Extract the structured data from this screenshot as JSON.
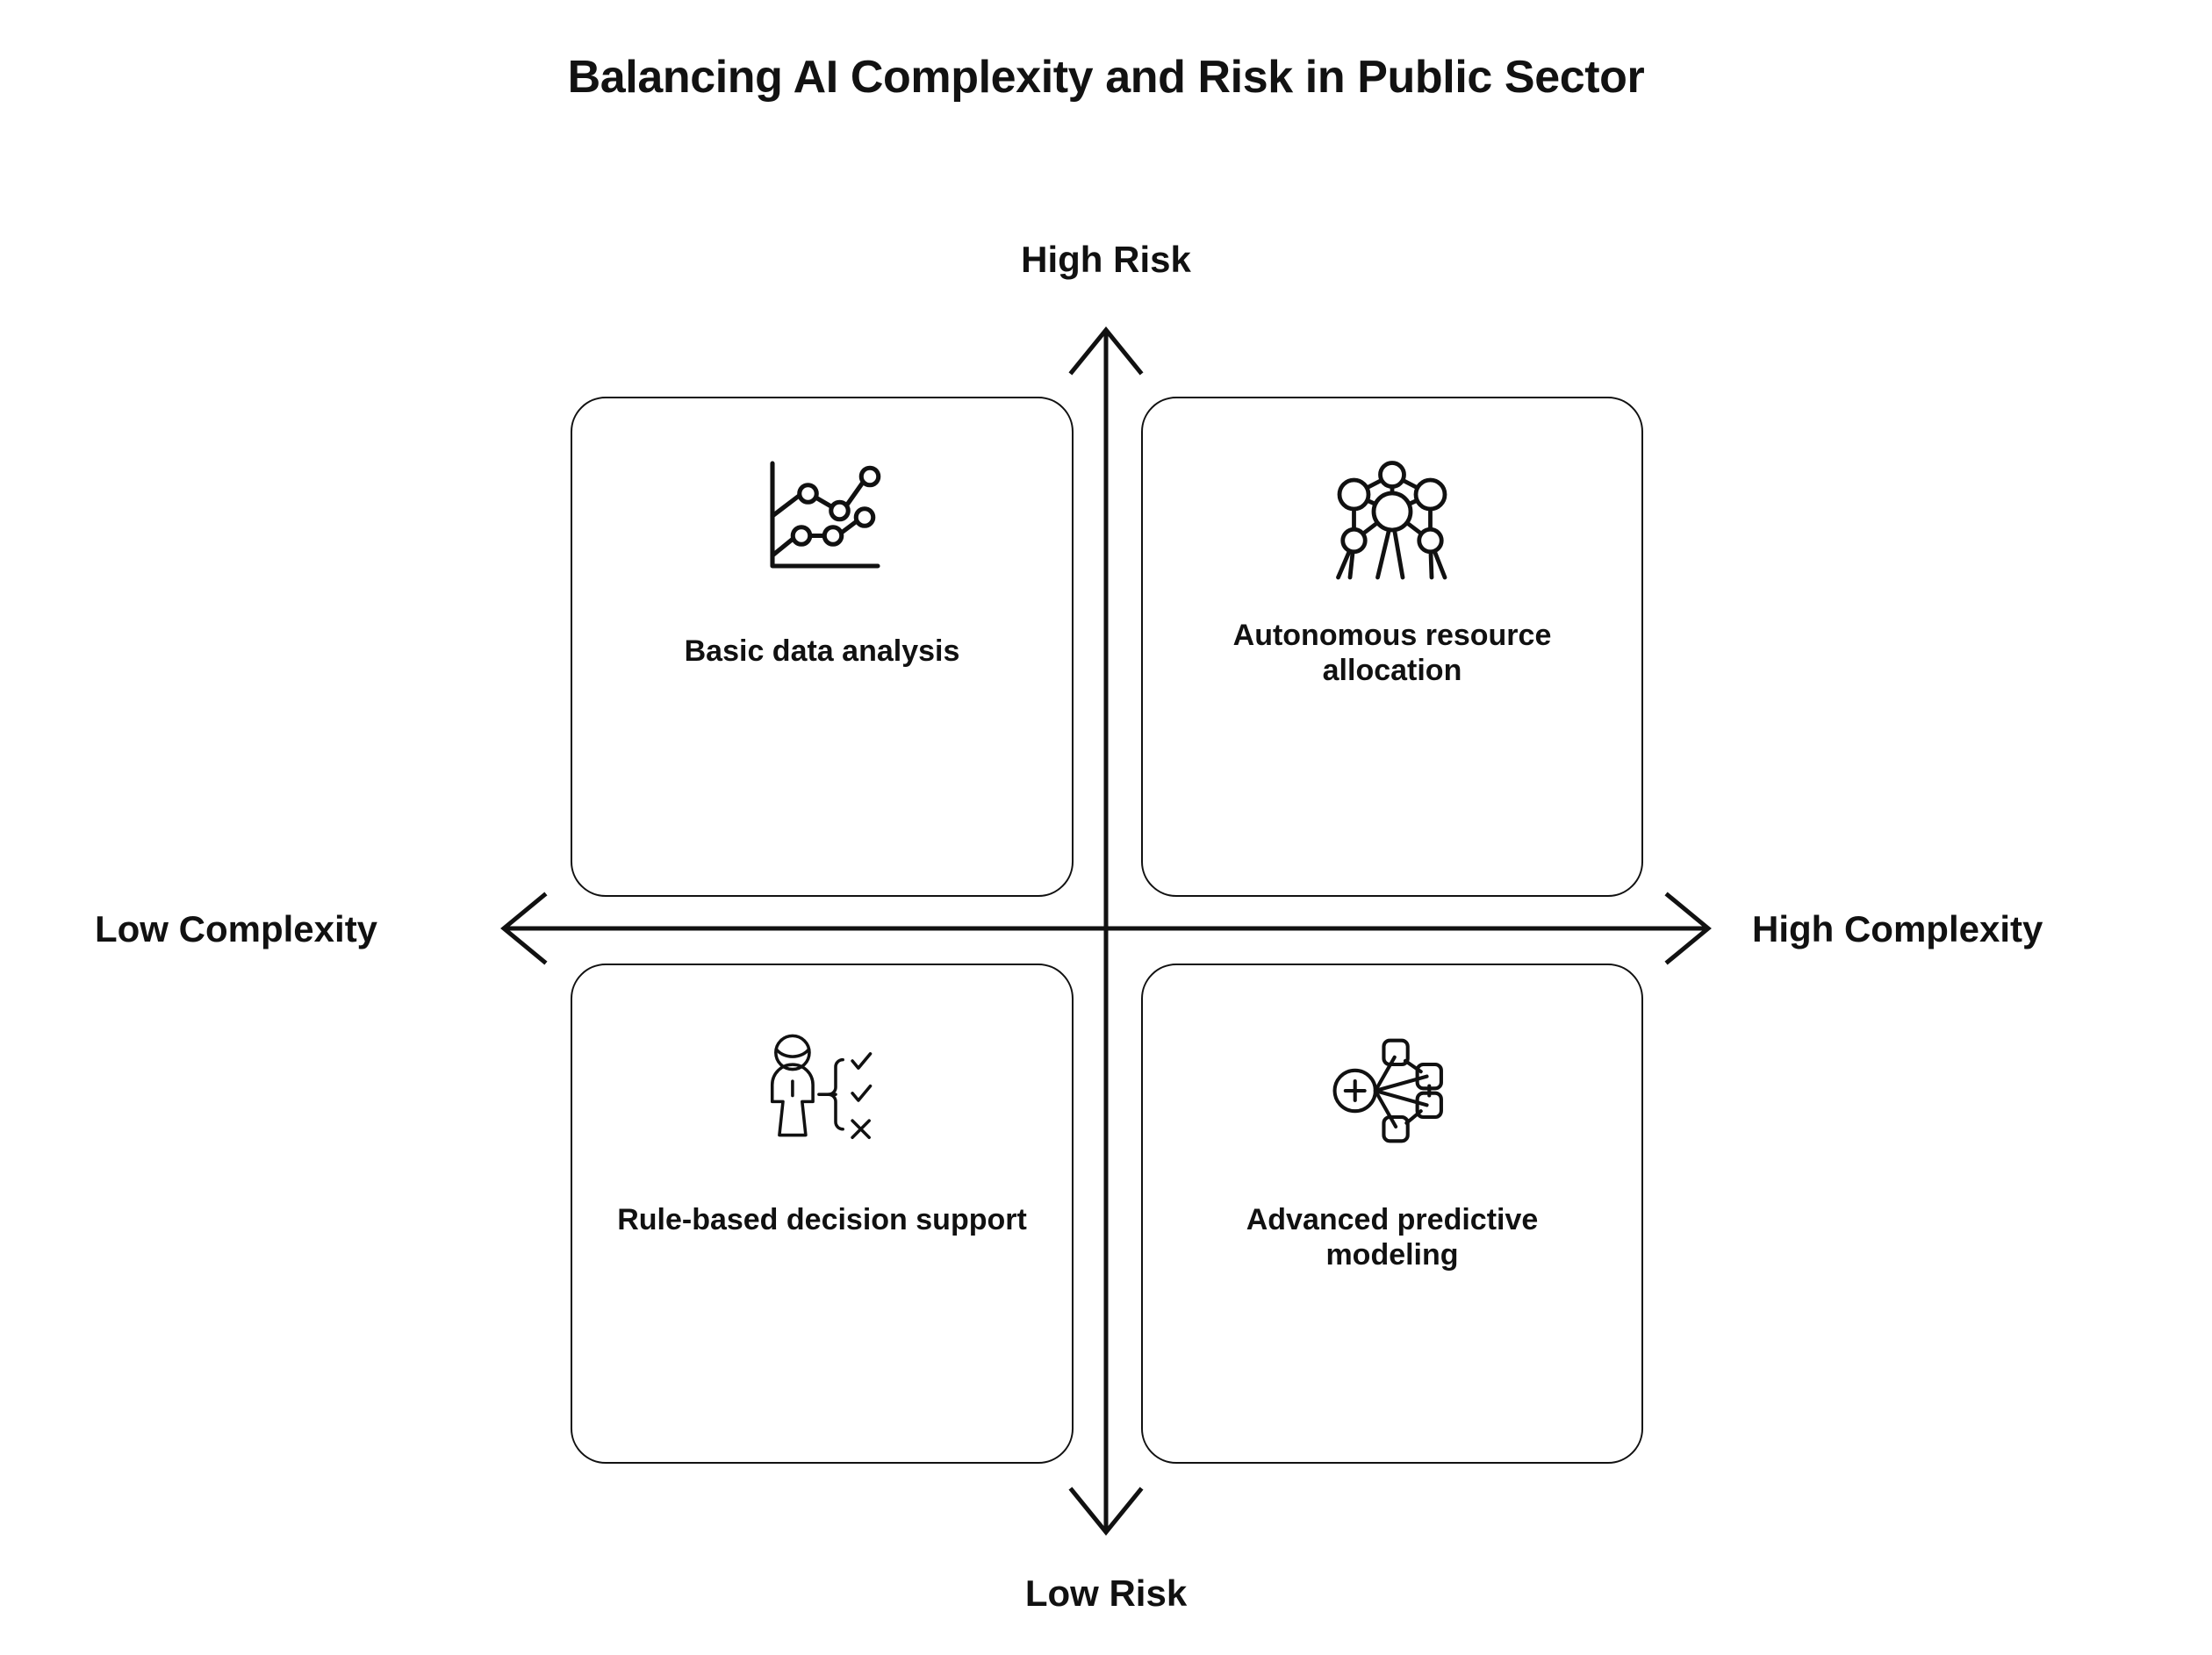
{
  "title": "Balancing AI Complexity and Risk in Public Sector",
  "axes": {
    "top_label": "High Risk",
    "bottom_label": "Low Risk",
    "left_label": "Low Complexity",
    "right_label": "High Complexity",
    "line_color": "#111111"
  },
  "quadrants": [
    {
      "position": "top-left",
      "label": "Basic data analysis",
      "icon": "line-chart-icon",
      "risk": "High Risk",
      "complexity": "Low Complexity"
    },
    {
      "position": "top-right",
      "label": "Autonomous resource allocation",
      "icon": "network-nodes-icon",
      "risk": "High Risk",
      "complexity": "High Complexity"
    },
    {
      "position": "bottom-left",
      "label": "Rule-based decision support",
      "icon": "person-decision-branch-icon",
      "risk": "Low Risk",
      "complexity": "Low Complexity"
    },
    {
      "position": "bottom-right",
      "label": "Advanced predictive modeling",
      "icon": "plus-node-graph-icon",
      "risk": "Low Risk",
      "complexity": "High Complexity"
    }
  ],
  "chart_data": {
    "type": "scatter",
    "title": "Balancing AI Complexity and Risk in Public Sector",
    "xlabel": "Complexity",
    "ylabel": "Risk",
    "xlim": [
      "Low Complexity",
      "High Complexity"
    ],
    "ylim": [
      "Low Risk",
      "High Risk"
    ],
    "grid": false,
    "legend": "none",
    "categories": [
      "Basic data analysis",
      "Autonomous resource allocation",
      "Rule-based decision support",
      "Advanced predictive modeling"
    ],
    "points": [
      {
        "label": "Basic data analysis",
        "x": "low",
        "y": "high",
        "quadrant": "top-left"
      },
      {
        "label": "Autonomous resource allocation",
        "x": "high",
        "y": "high",
        "quadrant": "top-right"
      },
      {
        "label": "Rule-based decision support",
        "x": "low",
        "y": "low",
        "quadrant": "bottom-left"
      },
      {
        "label": "Advanced predictive modeling",
        "x": "high",
        "y": "low",
        "quadrant": "bottom-right"
      }
    ]
  },
  "colors": {
    "background": "#ffffff",
    "stroke": "#111111",
    "text": "#121212"
  }
}
